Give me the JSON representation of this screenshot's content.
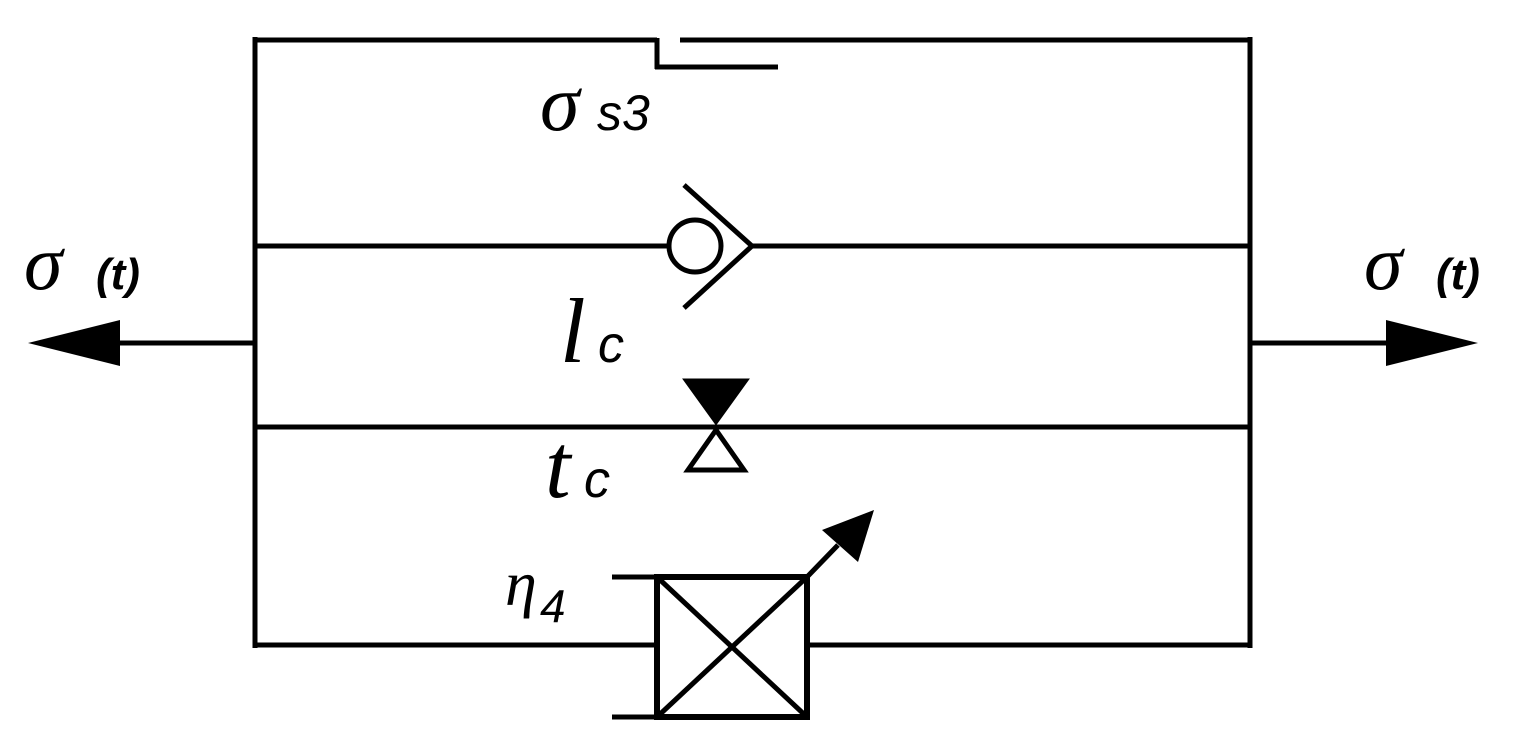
{
  "diagram": {
    "left_input": {
      "symbol": "σ",
      "sub": "(t)"
    },
    "right_output": {
      "symbol": "σ",
      "sub": "(t)"
    },
    "slider_element": {
      "symbol": "σ",
      "sub": "s3"
    },
    "check_element": {
      "symbol": "l",
      "sub": "c"
    },
    "valve_element": {
      "symbol": "t",
      "sub": "c"
    },
    "damper_element": {
      "symbol": "η",
      "sub": "4"
    },
    "colors": {
      "line": "#000000",
      "background": "#ffffff"
    }
  }
}
